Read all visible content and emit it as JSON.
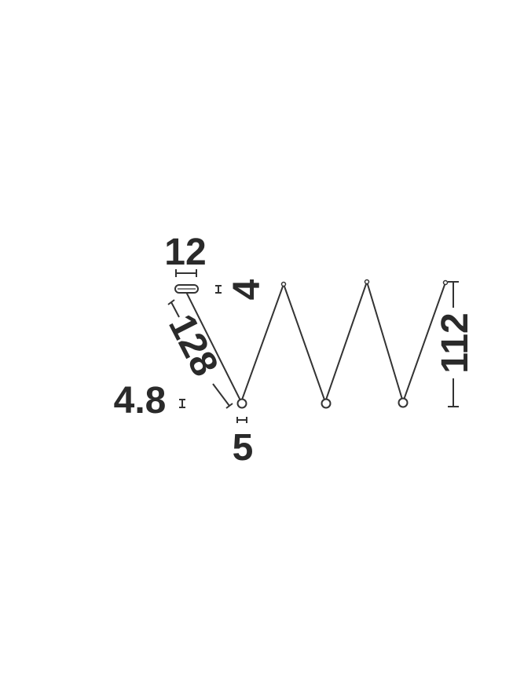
{
  "dimensions": {
    "canopy_diameter": "12",
    "canopy_height": "4",
    "cable_length": "128",
    "bulb_height": "4.8",
    "bulb_diameter": "5",
    "total_drop": "112"
  },
  "colors": {
    "line": "#333333",
    "text": "#2a2a2a",
    "background": "#ffffff"
  }
}
